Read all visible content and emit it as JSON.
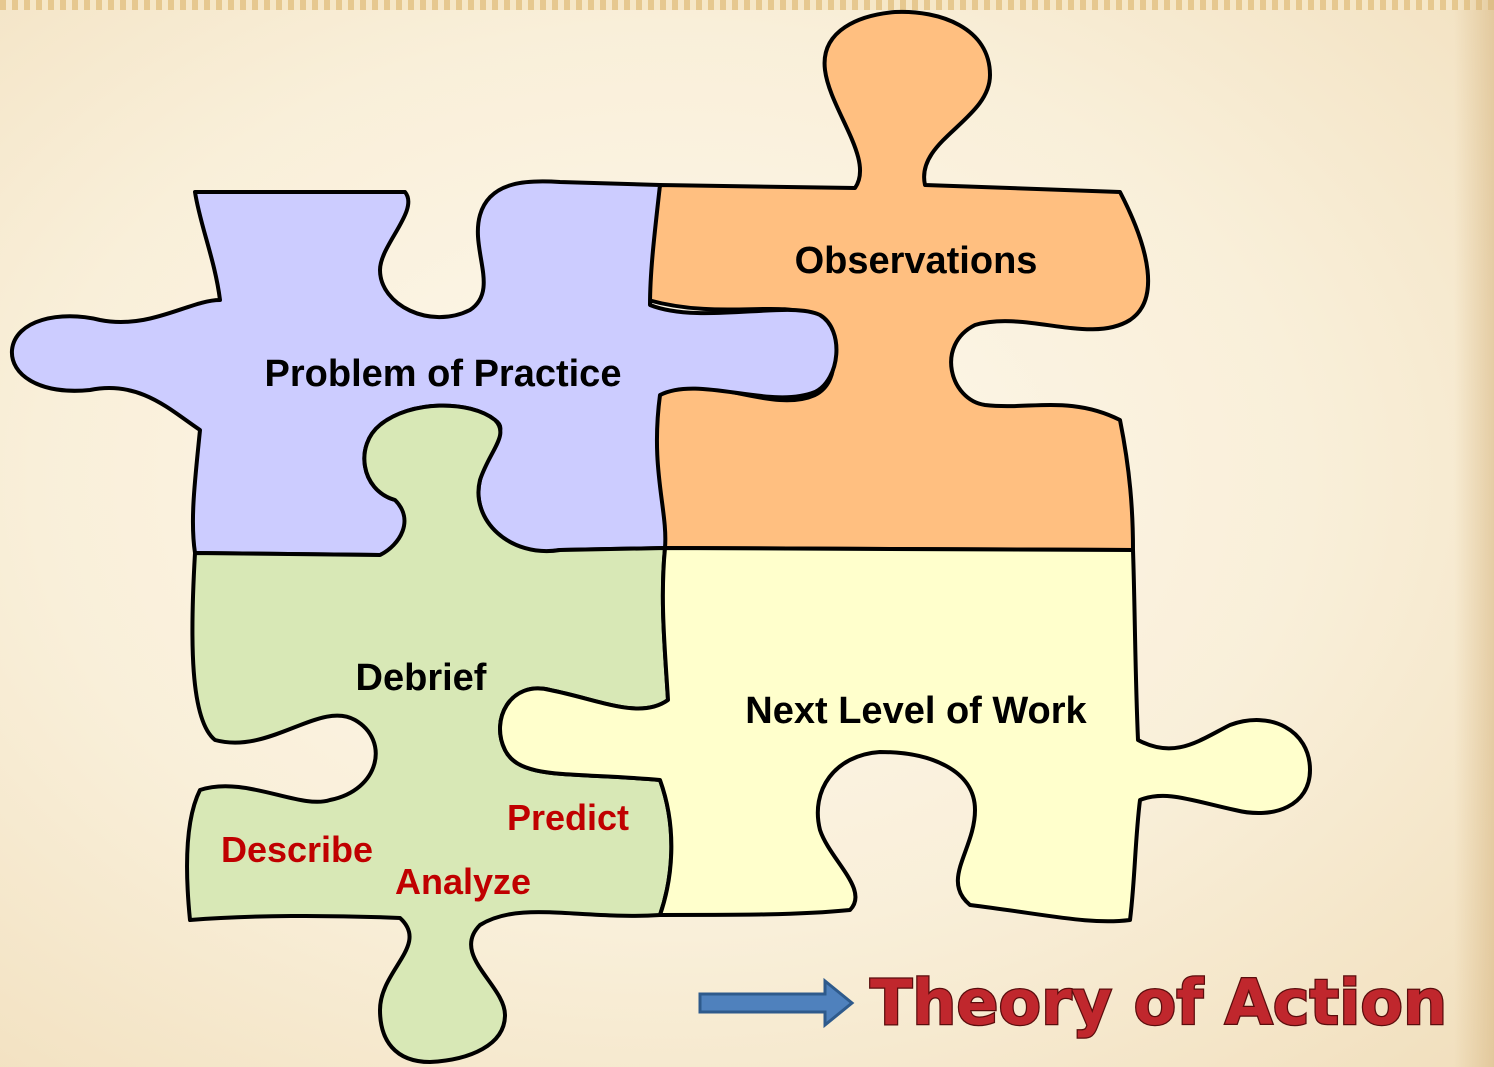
{
  "pieces": {
    "problem": {
      "label": "Problem of Practice",
      "color": "#ccccff"
    },
    "observations": {
      "label": "Observations",
      "color": "#ffbf80"
    },
    "debrief": {
      "label": "Debrief",
      "color": "#d8e8b6"
    },
    "next_level": {
      "label": "Next Level of Work",
      "color": "#ffffcc"
    }
  },
  "debrief_steps": {
    "describe": "Describe",
    "analyze": "Analyze",
    "predict": "Predict"
  },
  "theory": {
    "label": "Theory of Action",
    "arrow_color": "#4f81bd",
    "text_color": "#c0272d"
  }
}
